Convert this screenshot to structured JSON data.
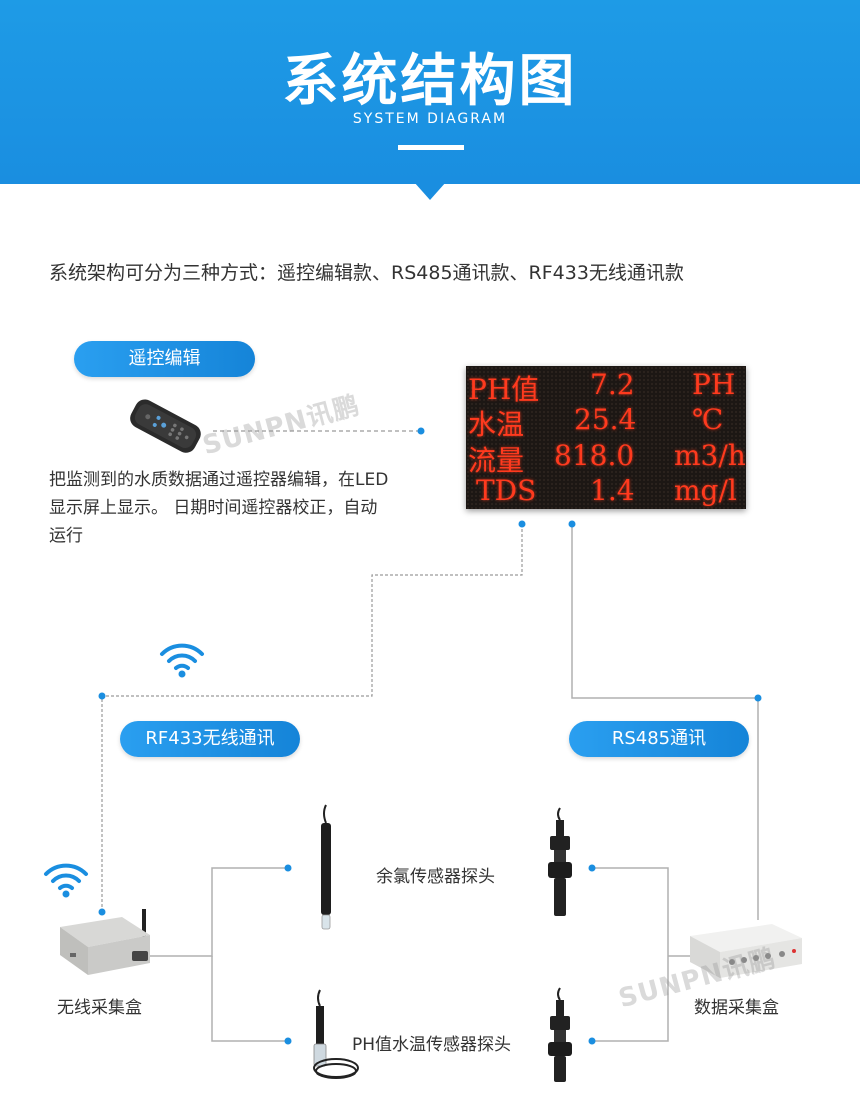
{
  "header": {
    "title": "系统结构图",
    "subtitle": "SYSTEM DIAGRAM"
  },
  "intro": "系统架构可分为三种方式：遥控编辑款、RS485通讯款、RF433无线通讯款",
  "labels": {
    "remote_edit": "遥控编辑",
    "rf433": "RF433无线通讯",
    "rs485": "RS485通讯"
  },
  "remote_description": "把监测到的水质数据通过遥控器编辑，在LED显示屏上显示。 日期时间遥控器校正，自动运行",
  "led_display": {
    "rows": [
      {
        "name": "PH值",
        "value": "7.2",
        "unit": "PH"
      },
      {
        "name": "水温",
        "value": "25.4",
        "unit": "℃"
      },
      {
        "name": "流量",
        "value": "818.0",
        "unit": "m3/h"
      },
      {
        "name": "TDS",
        "value": "1.4",
        "unit": "mg/l"
      }
    ]
  },
  "devices": {
    "wireless_box": "无线采集盒",
    "data_box": "数据采集盒",
    "chlorine_probe": "余氯传感器探头",
    "ph_temp_probe": "PH值水温传感器探头"
  },
  "watermark": "SUNPN讯鹏",
  "colors": {
    "brand_blue": "#1a8ee0",
    "led_red": "#ff3a1e",
    "line_gray": "#b0b0b0",
    "dot_blue": "#1a8ee0"
  }
}
